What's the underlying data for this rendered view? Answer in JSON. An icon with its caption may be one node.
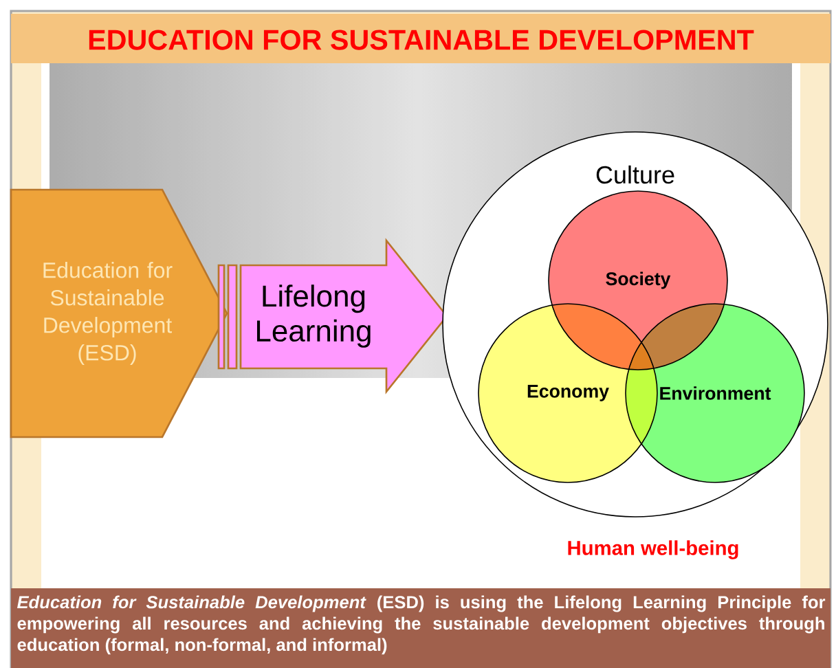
{
  "diagram": {
    "title": "EDUCATION FOR SUSTAINABLE DEVELOPMENT",
    "caption": "*Education for Sustainable Development* (ESD) is using the Lifelong Learning Principle for empowering all resources and achieving the sustainable development objectives through education (formal, non-formal, and informal)",
    "nodes": [
      {
        "text": [
          "Education for Sustainable Development (ESD)"
        ]
      },
      {
        "text": [
          "Lifelong Learning"
        ]
      },
      {
        "text": [
          "Culture"
        ],
        "beside": [
          "Human well-being"
        ]
      },
      {
        "text": [
          "Society"
        ],
        "in": 2
      },
      {
        "text": [
          "Economy"
        ],
        "in": 2
      },
      {
        "text": [
          "Environment"
        ],
        "in": 2
      }
    ]
  }
}
